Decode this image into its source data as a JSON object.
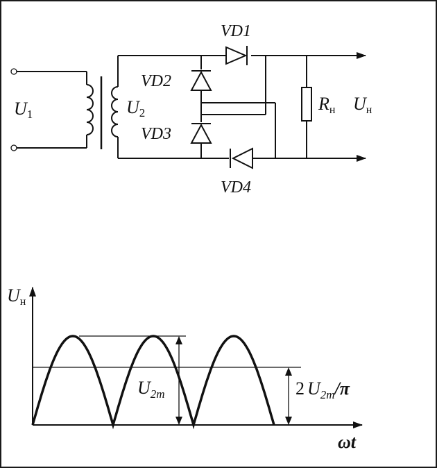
{
  "circuit": {
    "input_label": "U",
    "input_sub": "1",
    "secondary_label": "U",
    "secondary_sub": "2",
    "diodes": [
      "VD1",
      "VD2",
      "VD3",
      "VD4"
    ],
    "load_label": "R",
    "load_sub": "н",
    "output_label": "U",
    "output_sub": "н"
  },
  "graph": {
    "y_axis_label": "U",
    "y_axis_sub": "н",
    "x_axis_label": "ωt",
    "amplitude_label": "U",
    "amplitude_sub": "2m",
    "average_label_prefix": "2",
    "average_label_u": "U",
    "average_label_sub": "2m",
    "average_label_suffix": "/π",
    "half_waves": 3
  }
}
